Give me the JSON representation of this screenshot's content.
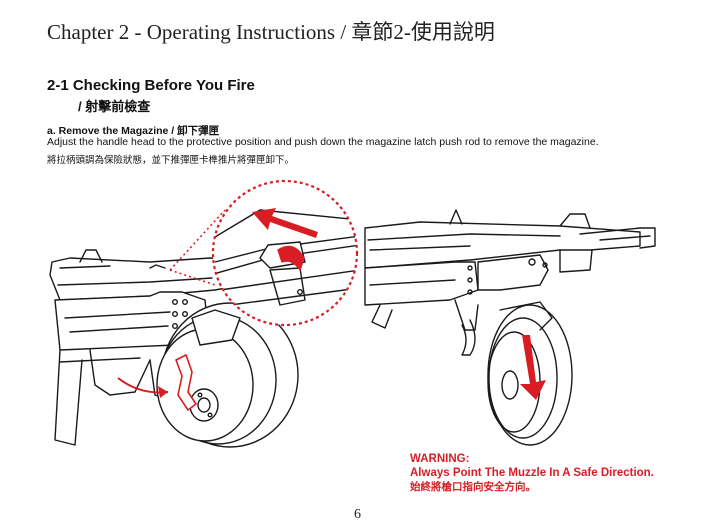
{
  "header": {
    "chapter_title": "Chapter 2 - Operating Instructions / 章節2-使用說明"
  },
  "section": {
    "title": "2-1  Checking Before You Fire",
    "title_zh": "/ 射擊前檢查"
  },
  "step_a": {
    "title": "a.  Remove the Magazine / 卸下彈匣",
    "description": "Adjust the handle head to the protective position and push down the magazine latch push rod to remove the magazine.",
    "description_zh": "將拉柄頭調為保險狀態，並下推彈匣卡榫推片將彈匣卸下。"
  },
  "warning": {
    "label": "WARNING:",
    "text": "Always Point The Muzzle In A Safe Direction.",
    "text_zh": "始終將槍口指向安全方向。"
  },
  "footer": {
    "page_number": "6"
  },
  "colors": {
    "accent_red": "#d81e24",
    "line_art": "#1a1a1a"
  }
}
